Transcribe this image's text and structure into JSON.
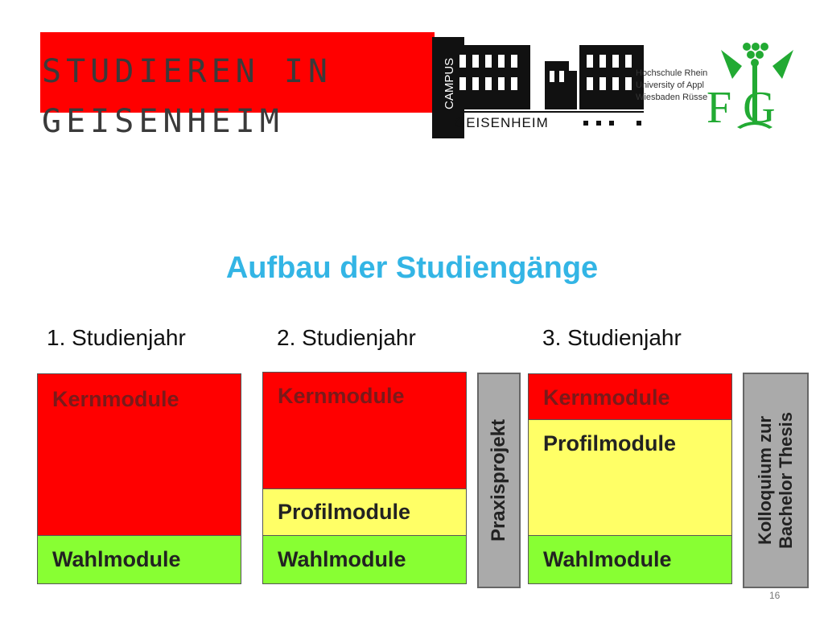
{
  "header": {
    "title": "STUDIEREN IN\nGEISENHEIM",
    "campus_logo": {
      "top_text": "CAMPUS",
      "bottom_text": "GEISENHEIM"
    },
    "hochschule_text": [
      "Hochschule Rhein",
      "University of Appl",
      "Wiesbaden Rüsse"
    ],
    "fg_logo": "FG"
  },
  "heading": "Aufbau der Studiengänge",
  "years": [
    "1. Studienjahr",
    "2. Studienjahr",
    "3. Studienjahr"
  ],
  "modules": {
    "kern": "Kernmodule",
    "profil": "Profilmodule",
    "wahl": "Wahlmodule"
  },
  "side_boxes": {
    "praxis": "Praxisprojekt",
    "kolloquium_line1": "Kolloquium zur",
    "kolloquium_line2": "Bachelor Thesis"
  },
  "page_number": "16",
  "colors": {
    "red": "#ff0000",
    "yellow": "#ffff66",
    "green": "#88ff33",
    "heading": "#33b5e5",
    "grey": "#aaaaaa"
  }
}
